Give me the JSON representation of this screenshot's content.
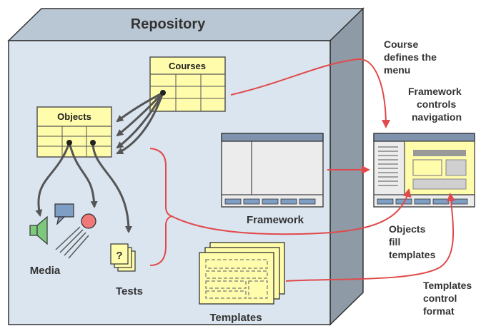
{
  "title": "Repository",
  "tables": {
    "courses": "Courses",
    "objects": "Objects"
  },
  "labels": {
    "framework": "Framework",
    "media": "Media",
    "tests": "Tests",
    "templates": "Templates"
  },
  "annotations": {
    "course_defines_menu": [
      "Course",
      "defines the",
      "menu"
    ],
    "framework_controls_navigation": [
      "Framework",
      "controls",
      "navigation"
    ],
    "objects_fill_templates": [
      "Objects",
      "fill",
      "templates"
    ],
    "templates_control_format": [
      "Templates",
      "control",
      "format"
    ]
  },
  "icons": {
    "media_speaker": "speaker-icon",
    "media_speech": "speech-bubble-icon",
    "media_ball": "ball-icon",
    "tests_pages": "question-pages-icon"
  },
  "colors": {
    "repository_front": "#dbe5f0",
    "repository_side": "#8e9aa6",
    "repository_top": "#b9c6d3",
    "table_fill": "#fffcab",
    "arrow_red": "#e04a4a",
    "arrow_gray": "#555555",
    "window_bar": "#7f93ad",
    "window_body": "#ececec",
    "screen_fill": "#fffcab"
  }
}
